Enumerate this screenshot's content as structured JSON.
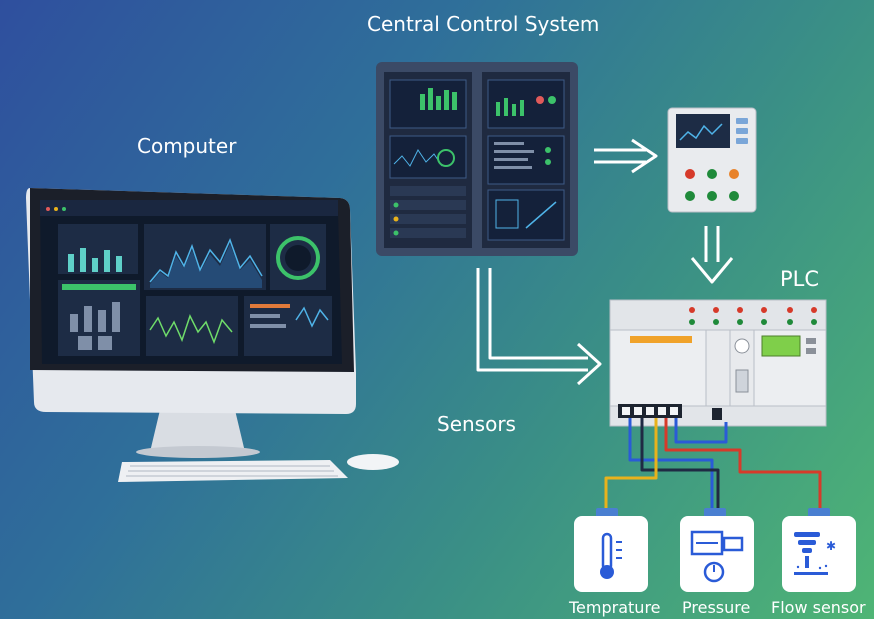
{
  "labels": {
    "central_control_system": "Central Control System",
    "computer": "Computer",
    "plc": "PLC",
    "sensors": "Sensors"
  },
  "sensors": [
    {
      "name": "Temprature",
      "icon": "thermometer-icon"
    },
    {
      "name": "Pressure",
      "icon": "pressure-gauge-icon"
    },
    {
      "name": "Flow sensor",
      "icon": "flow-icon"
    }
  ],
  "colors": {
    "background_start": "#2f4f9e",
    "background_end": "#4fb575",
    "wire_yellow": "#e8b21c",
    "wire_dark": "#1f2a44",
    "wire_blue": "#2a5bd7",
    "wire_red": "#d63a2a",
    "wire_green": "#1f8a3a",
    "sensor_cap": "#4a7fd1"
  }
}
